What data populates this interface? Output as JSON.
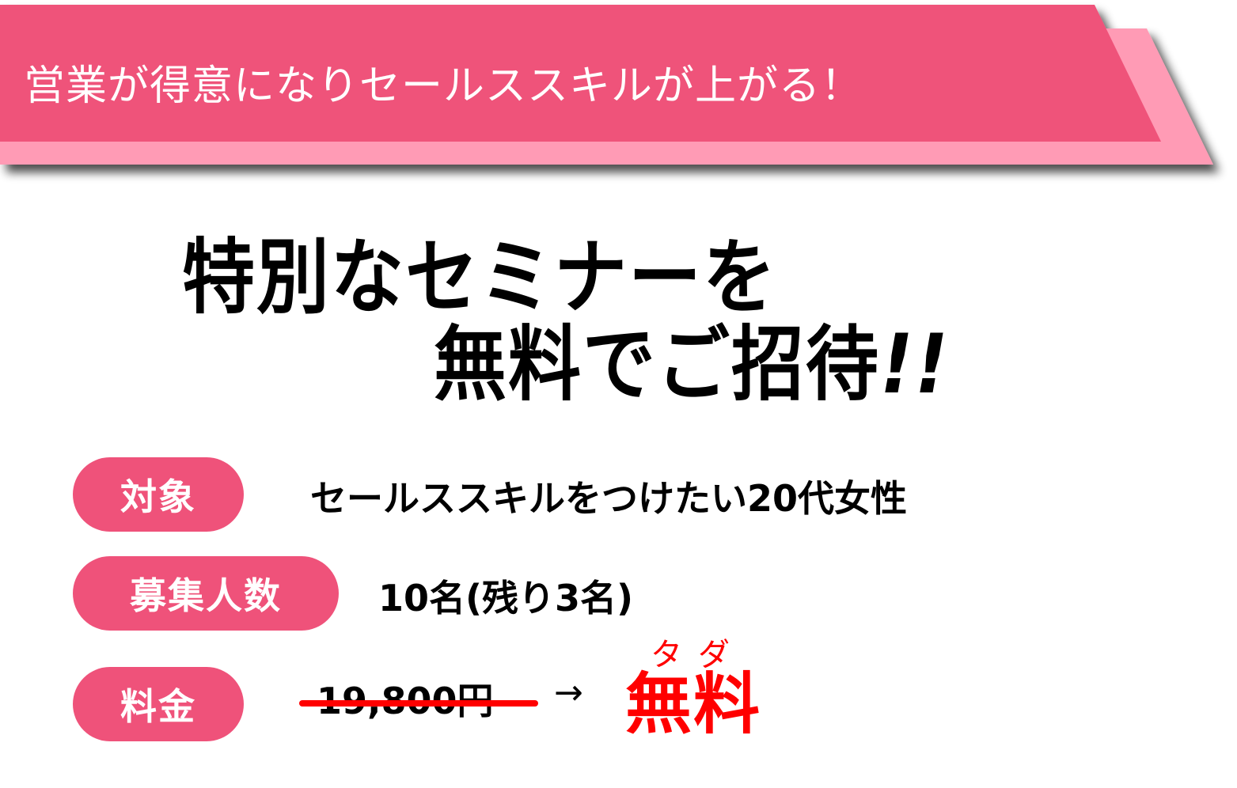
{
  "banner": {
    "text": "営業が得意になりセールススキルが上がる！",
    "colors": {
      "front": "#EF527A",
      "back": "#FF9BB5",
      "shadow": "#8A8A8A"
    }
  },
  "headline": {
    "line1": "特別なセミナーを",
    "line2": "無料でご招待",
    "exclaim": "!!"
  },
  "details": [
    {
      "label": "対象",
      "value": "セールススキルをつけたい20代女性"
    },
    {
      "label": "募集人数",
      "value": "10名(残り3名)"
    },
    {
      "label": "料金",
      "old_price": "19,800円",
      "arrow": "→",
      "new_price": "無料",
      "ruby": "タダ"
    }
  ],
  "colors": {
    "pill": "#EF527A",
    "accent_red": "#FF0000",
    "text": "#000000"
  }
}
